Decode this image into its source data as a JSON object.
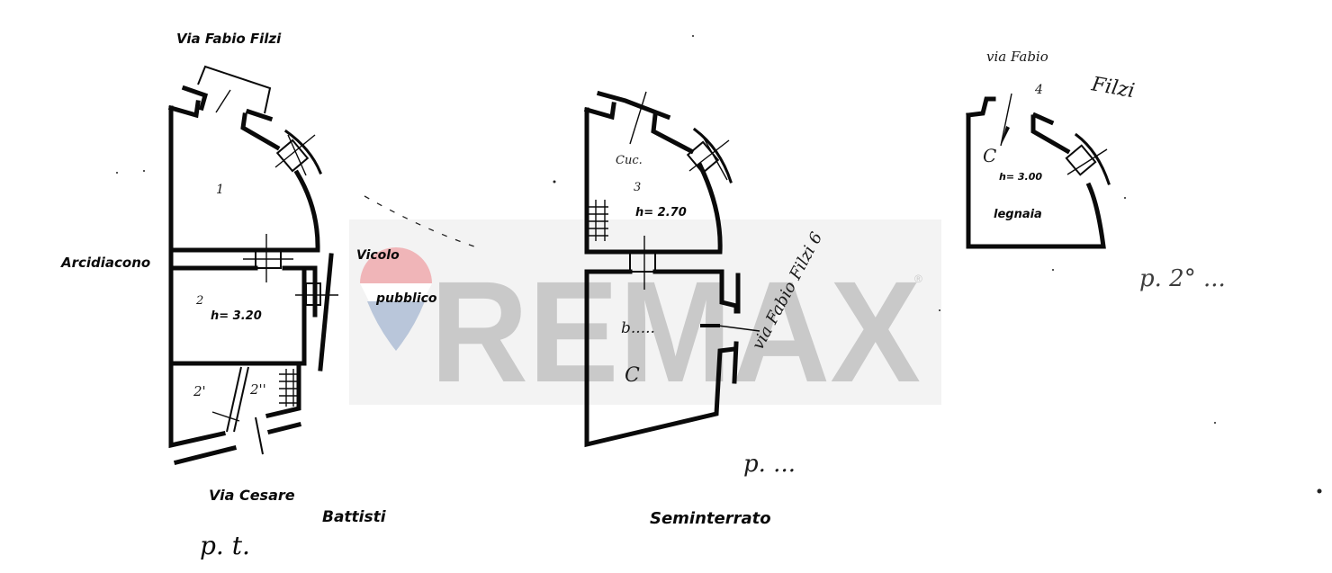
{
  "watermark": {
    "brand": "REMAX",
    "registered_mark": "®",
    "colors": {
      "text": "#c9c9c9",
      "band": "#f3f3f3",
      "balloon_red": "#f0b5b8",
      "balloon_blue": "#b9c6da"
    }
  },
  "plans": [
    {
      "id": "ground-floor",
      "floor_label": "p. t.",
      "street_top": "Via Fabio Filzi",
      "street_bottom_1": "Via Cesare",
      "street_bottom_2": "Battisti",
      "street_left": "Arcidiacono",
      "alley_1": "Vicolo",
      "alley_2": "pubblico",
      "rooms": [
        {
          "number": "1",
          "height": ""
        },
        {
          "number": "2",
          "height": "h= 3.20"
        },
        {
          "number": "2'",
          "height": ""
        },
        {
          "number": "2''",
          "height": ""
        }
      ]
    },
    {
      "id": "basement",
      "floor_label": "Seminterrato",
      "rooms": [
        {
          "number": "3",
          "note": "Cuc.",
          "height": "h= 2.70"
        },
        {
          "number": "C",
          "note": "b.....",
          "height": ""
        }
      ],
      "annotation_diagonal": "via Fabio Filzi 6",
      "annotation_bottom": "p. ..."
    },
    {
      "id": "woodshed",
      "floor_label": "p. 2° ...",
      "street_top_1": "via Fabio",
      "street_top_2": "Filzi",
      "street_number": "4",
      "rooms": [
        {
          "number": "C",
          "height": "h= 3.00",
          "name": "legnaia"
        }
      ]
    }
  ]
}
